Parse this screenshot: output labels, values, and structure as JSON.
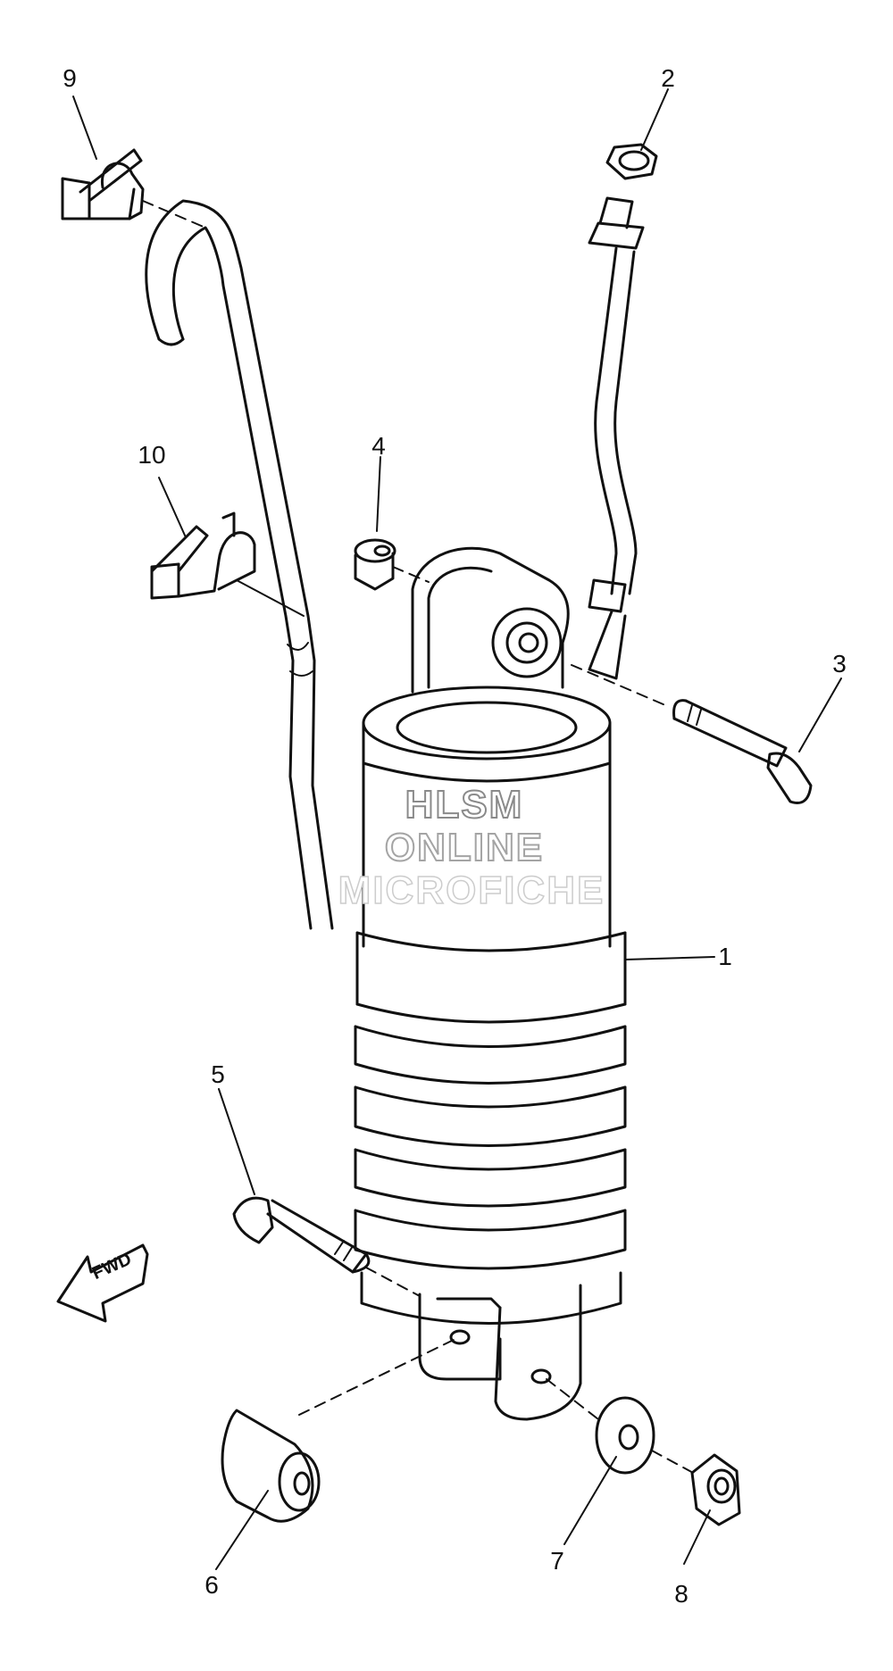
{
  "diagram": {
    "callouts": [
      "1",
      "2",
      "3",
      "4",
      "5",
      "6",
      "7",
      "8",
      "9",
      "10"
    ],
    "watermark": [
      "HLSM",
      "ONLINE",
      "MICROFICHE"
    ],
    "arrow_label": "FWD",
    "stroke_color": "#111111",
    "background_color": "#ffffff"
  }
}
